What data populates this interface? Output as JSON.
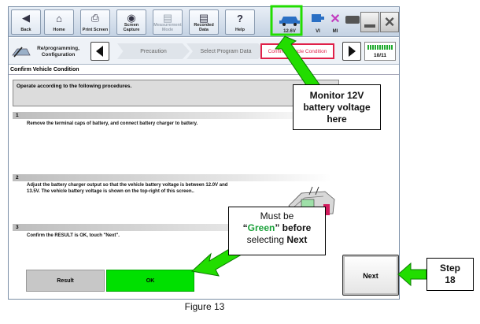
{
  "toolbar": {
    "buttons": [
      {
        "label": "Back",
        "icon": "back-arrow-icon"
      },
      {
        "label": "Home",
        "icon": "home-icon"
      },
      {
        "label": "Print Screen",
        "icon": "printer-icon"
      },
      {
        "label": "Screen Capture",
        "icon": "camera-icon"
      },
      {
        "label": "Measurement Mode",
        "icon": "gauge-icon"
      },
      {
        "label": "Recorded Data",
        "icon": "recorded-data-icon"
      },
      {
        "label": "Help",
        "icon": "help-icon"
      }
    ],
    "battery_voltage": "12.6V",
    "vi_label": "VI",
    "mi_label": "MI"
  },
  "navigation": {
    "mode_label": "Re/programming, Configuration",
    "steps": [
      "Precaution",
      "Select Program Data",
      "Confirm Vehicle Condition"
    ],
    "page_counter": "10/11"
  },
  "content": {
    "title": "Confirm Vehicle Condition",
    "instruction": "Operate according to the following procedures.",
    "steps": [
      {
        "number": "1",
        "text": "Remove the terminal caps of battery, and connect battery charger to battery."
      },
      {
        "number": "2",
        "text_line1": "Adjust the battery charger output so that the vehicle battery voltage is between 12.0V and",
        "text_line2": "13.5V. The vehicle battery voltage is shown on the top-right of this screen.."
      },
      {
        "number": "3",
        "text": "Confirm the RESULT is OK, touch \"Next\"."
      }
    ],
    "result_label": "Result",
    "result_value": "OK",
    "next_label": "Next"
  },
  "callouts": {
    "voltage_line1": "Monitor 12V",
    "voltage_line2": "battery voltage",
    "voltage_line3": "here",
    "green_line1": "Must be",
    "green_open": "“",
    "green_word": "Green",
    "green_after": "” before",
    "green_line3_pre": "selecting ",
    "green_line3_bold": "Next",
    "step_line1": "Step",
    "step_line2": "18"
  },
  "caption": "Figure 13",
  "colors": {
    "ok_green": "#00e000",
    "highlight_green": "#22dd00",
    "arrow_green": "#22dd00",
    "step_highlight": "#e0214a"
  }
}
